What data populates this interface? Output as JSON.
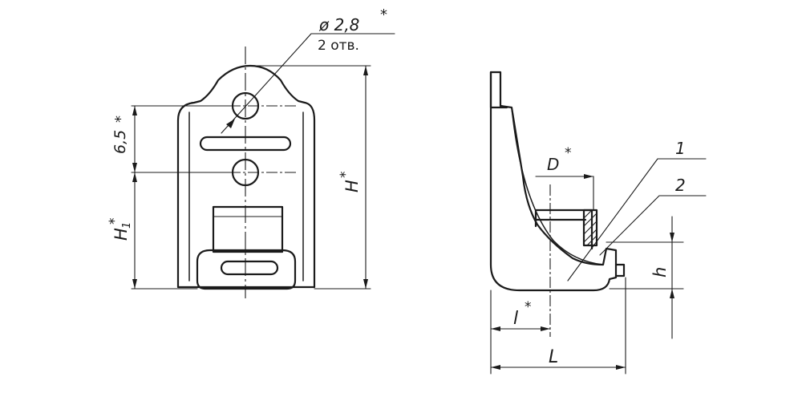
{
  "front_view": {
    "hole_callout": {
      "diameter": "ø 2,8",
      "star": "*",
      "count": "2 отв."
    },
    "dim_spacing": {
      "value": "6,5",
      "star": "*"
    },
    "dim_height_h1": {
      "value": "H",
      "sub": "1",
      "star": "*"
    },
    "dim_height_total": {
      "value": "H",
      "star": "*"
    }
  },
  "side_view": {
    "dim_d": {
      "value": "D",
      "star": "*"
    },
    "leader_1": "1",
    "leader_2": "2",
    "dim_h": "h",
    "dim_l_small": {
      "value": "l",
      "star": "*"
    },
    "dim_l_total": "L"
  }
}
